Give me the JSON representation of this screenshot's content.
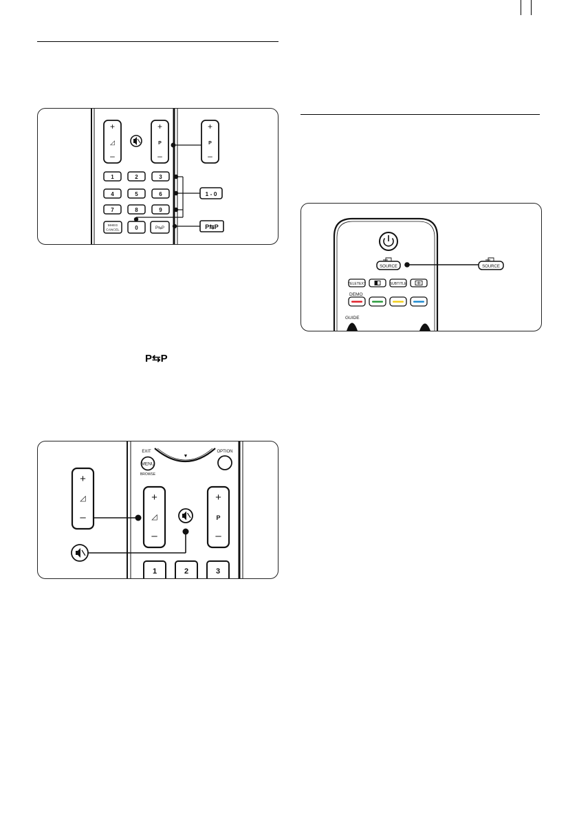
{
  "page": {
    "title": "",
    "page_number": ""
  },
  "inline_symbols": {
    "prev_channel_symbol": "P⇆P"
  },
  "figure1": {
    "remote_keys": {
      "vol_plus": "+",
      "vol_minus": "–",
      "vol_icon": "◿",
      "p_plus": "+",
      "p_label": "P",
      "p_minus": "–",
      "digits": [
        "1",
        "2",
        "3",
        "4",
        "5",
        "6",
        "7",
        "8",
        "9"
      ],
      "zero": "0",
      "mheg_line1": "MHEG",
      "mheg_line2": "CANCEL",
      "pp_key": "P⇆P"
    },
    "callouts": {
      "p_callout_plus": "+",
      "p_callout_label": "P",
      "p_callout_minus": "–",
      "digits_callout": "1 - 0",
      "pp_callout": "P⇆P"
    }
  },
  "figure2": {
    "remote_keys": {
      "source_label": "SOURCE",
      "teletext": "TELETEXT",
      "subtitle": "SUBTITLE",
      "demo": "DEMO",
      "guide": "GUIDE"
    },
    "callouts": {
      "source_callout": "SOURCE"
    },
    "colors": {
      "red": "#e0222b",
      "green": "#2a9b3c",
      "yellow": "#f2cf1b",
      "blue": "#1e8bd0"
    }
  },
  "figure3": {
    "remote_keys": {
      "exit": "EXIT",
      "menu": "MENU",
      "browse": "BROWSE",
      "option": "OPTION",
      "down_arrow": "▼",
      "vol_plus": "+",
      "vol_icon": "◿",
      "vol_minus": "–",
      "p_plus": "+",
      "p_label": "P",
      "p_minus": "–",
      "digits": [
        "1",
        "2",
        "3"
      ]
    },
    "callouts": {
      "vol_plus": "+",
      "vol_icon": "◿",
      "vol_minus": "–"
    }
  }
}
